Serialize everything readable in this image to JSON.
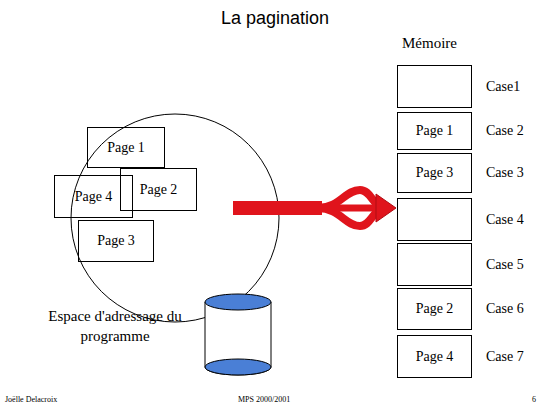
{
  "diagram": {
    "title": "La pagination",
    "nodes": [
      {
        "text": [
          "Page 1"
        ]
      },
      {
        "text": [
          "Page 2"
        ]
      },
      {
        "text": [
          "Page 4"
        ]
      },
      {
        "text": [
          "Page 3"
        ]
      },
      {
        "text": [
          "Case1"
        ]
      },
      {
        "text": [
          "Page 1",
          "Case 2"
        ]
      },
      {
        "text": [
          "Page 3",
          "Case 3"
        ]
      },
      {
        "text": [
          "Case 4"
        ]
      },
      {
        "text": [
          "Case 5"
        ]
      },
      {
        "text": [
          "Page 2",
          "Case 6"
        ]
      },
      {
        "text": [
          "Page 4",
          "Case 7"
        ]
      }
    ],
    "labels": [
      "Mémoire",
      "Espace d'adressage du programme",
      "Joëlle Delacroix",
      "MPS 2000/2001",
      "6"
    ]
  }
}
